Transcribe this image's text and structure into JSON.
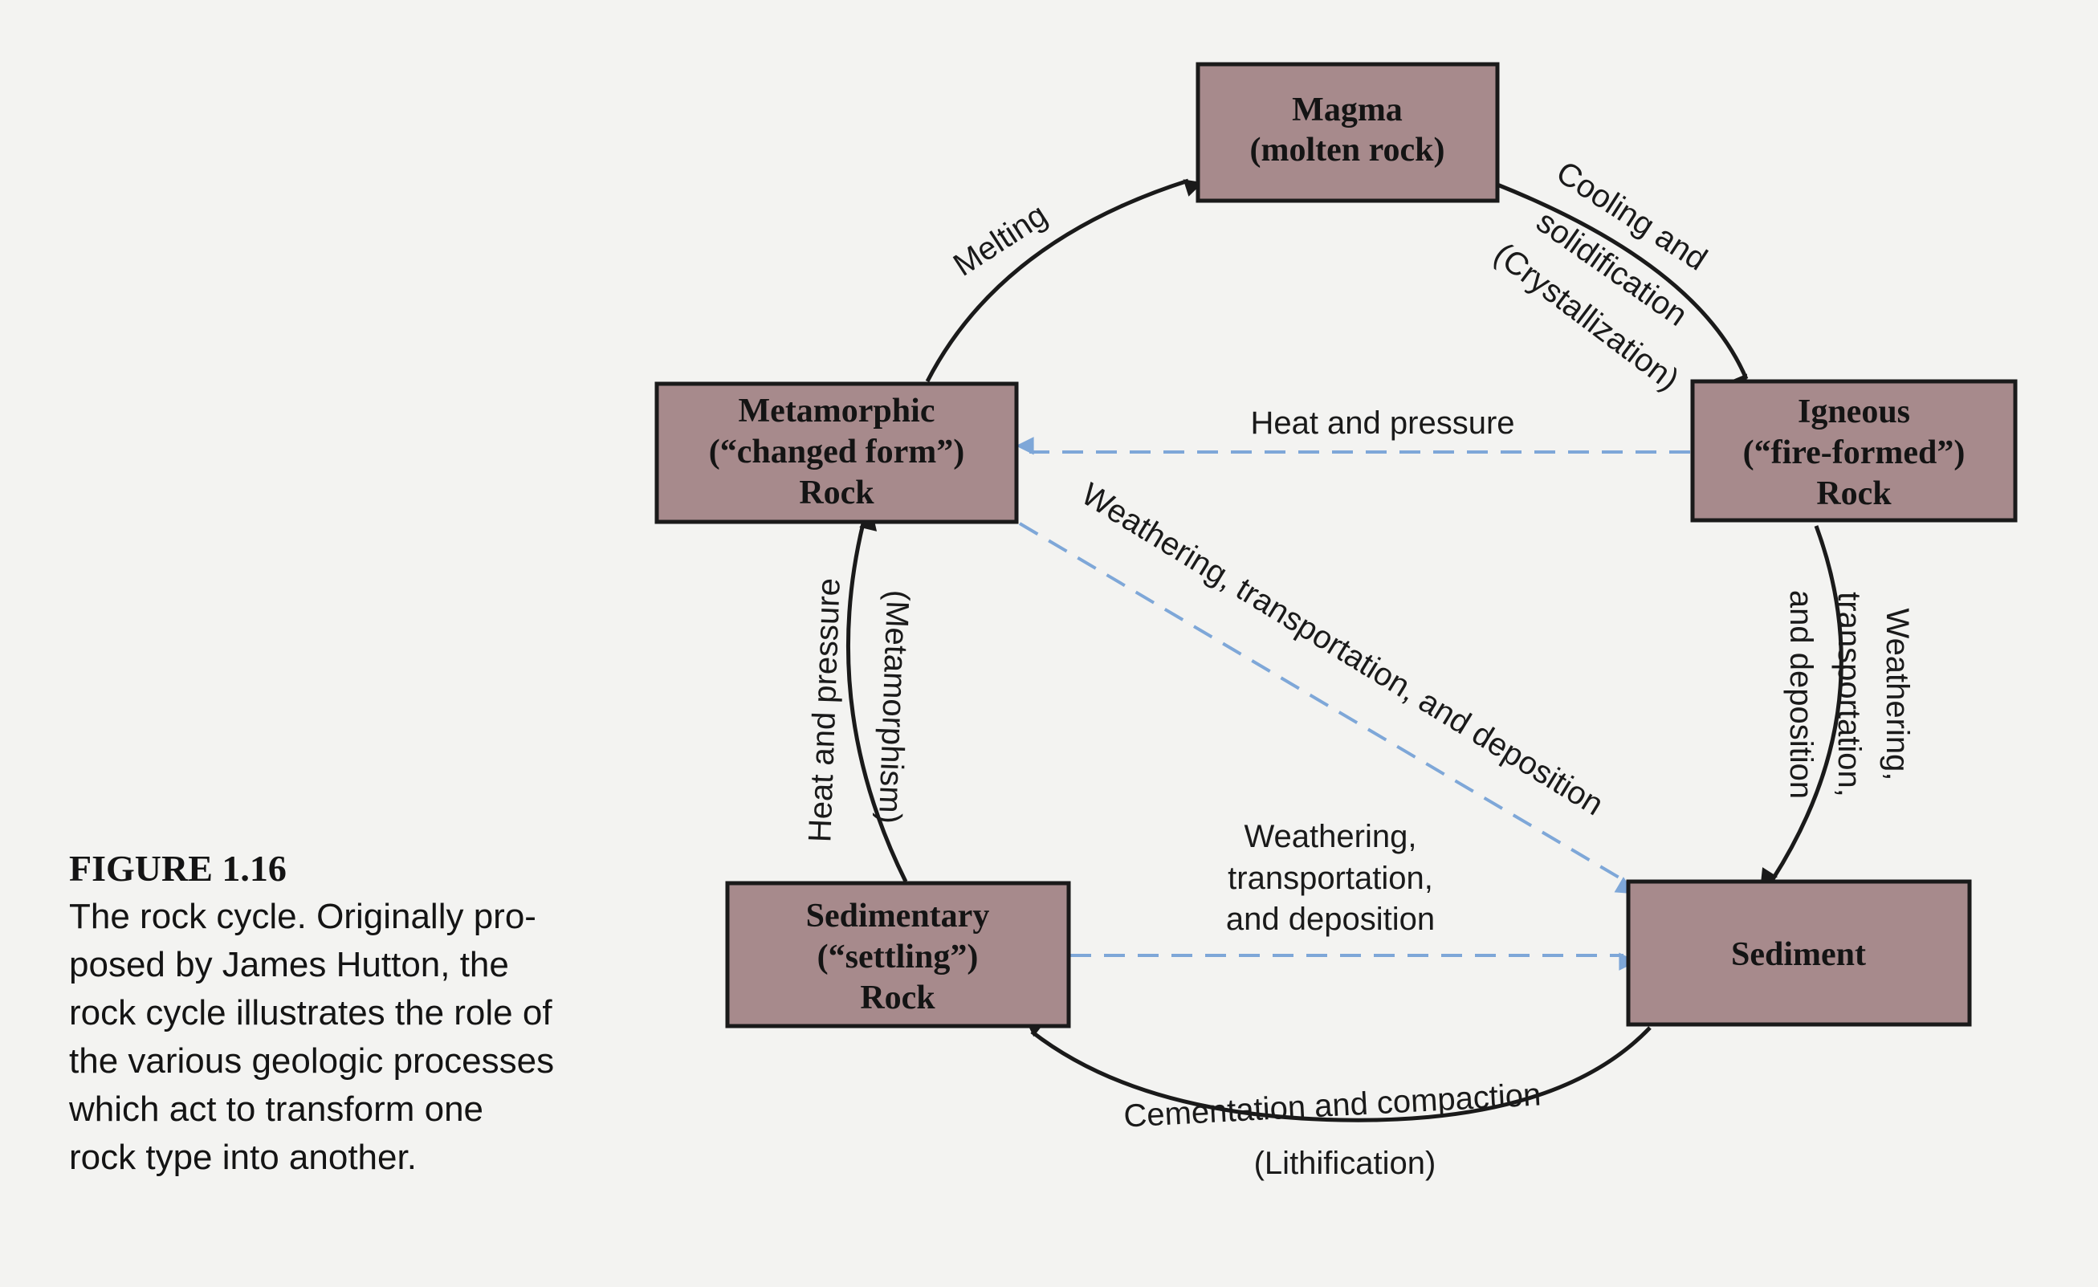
{
  "figure": {
    "number": "FIGURE 1.16",
    "caption_lines": [
      "The rock cycle. Originally pro-",
      "posed by James Hutton, the",
      "rock cycle illustrates the role of",
      "the various geologic processes",
      "which act to transform one",
      "rock type into another."
    ]
  },
  "nodes": {
    "magma": [
      "Magma",
      "(molten rock)"
    ],
    "igneous": [
      "Igneous",
      "(“fire-formed”)",
      "Rock"
    ],
    "metamorphic": [
      "Metamorphic",
      "(“changed form”)",
      "Rock"
    ],
    "sedimentary": [
      "Sedimentary",
      "(“settling”)",
      "Rock"
    ],
    "sediment": [
      "Sediment"
    ]
  },
  "processes": {
    "melting": "Melting",
    "cooling": [
      "Cooling and",
      "solidification",
      "(Crystallization)"
    ],
    "heat_pressure_top": "Heat and pressure",
    "weathering_diagonal": "Weathering, transportation, and deposition",
    "weathering_right": [
      "Weathering,",
      "transportation,",
      "and deposition"
    ],
    "weathering_middle": [
      "Weathering,",
      "transportation,",
      "and deposition"
    ],
    "metamorphism": [
      "Heat and pressure",
      "(Metamorphism)"
    ],
    "lithification": [
      "Cementation and compaction",
      "(Lithification)"
    ]
  },
  "colors": {
    "box_fill": "#a78a8c",
    "dashed_arrow": "#7ea7d8",
    "solid_arrow": "#1a1a1a"
  }
}
